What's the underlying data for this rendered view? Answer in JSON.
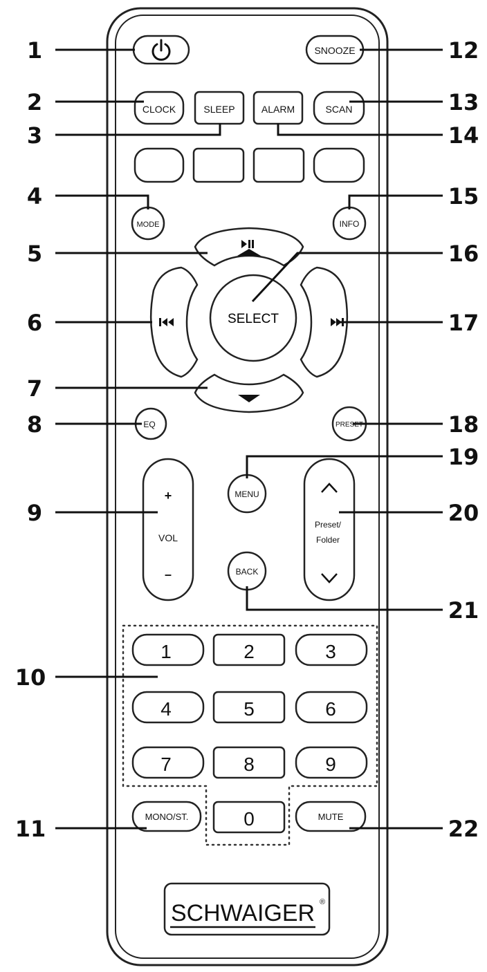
{
  "remote": {
    "brand": "SCHWAIGER",
    "brand_mark": "®",
    "buttons": {
      "clock": "CLOCK",
      "sleep": "SLEEP",
      "alarm": "ALARM",
      "scan": "SCAN",
      "snooze": "SNOOZE",
      "mode": "MODE",
      "info": "INFO",
      "select": "SELECT",
      "eq": "EQ",
      "preset": "PRESET",
      "menu": "MENU",
      "back": "BACK",
      "vol_plus": "+",
      "vol_label": "VOL",
      "vol_minus": "–",
      "preset_folder_line1": "Preset/",
      "preset_folder_line2": "Folder",
      "mono_st": "MONO/ST.",
      "mute": "MUTE",
      "digits": [
        "1",
        "2",
        "3",
        "4",
        "5",
        "6",
        "7",
        "8",
        "9",
        "0"
      ]
    }
  },
  "callouts": {
    "left": [
      "1",
      "2",
      "3",
      "4",
      "5",
      "6",
      "7",
      "8",
      "9",
      "10",
      "11"
    ],
    "right": [
      "12",
      "13",
      "14",
      "15",
      "16",
      "17",
      "18",
      "19",
      "20",
      "21",
      "22"
    ]
  }
}
